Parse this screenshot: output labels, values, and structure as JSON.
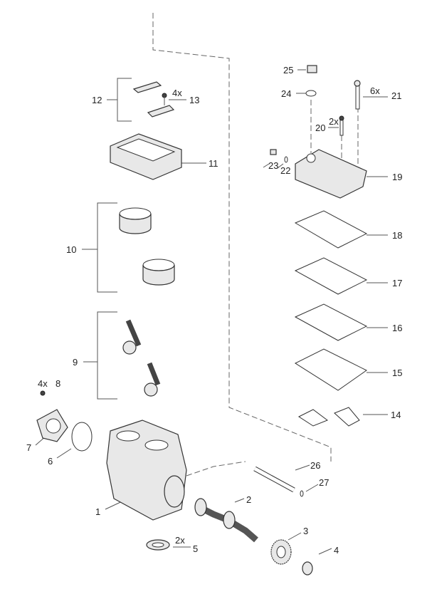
{
  "diagram": {
    "callouts": {
      "c1": "1",
      "c2": "2",
      "c3": "3",
      "c4": "4",
      "c5": "5",
      "c6": "6",
      "c7": "7",
      "c8": "8",
      "c9": "9",
      "c10": "10",
      "c11": "11",
      "c12": "12",
      "c13": "13",
      "c14": "14",
      "c15": "15",
      "c16": "16",
      "c17": "17",
      "c18": "18",
      "c19": "19",
      "c20": "20",
      "c21": "21",
      "c22": "22",
      "c23": "23",
      "c24": "24",
      "c25": "25",
      "c26": "26",
      "c27": "27"
    },
    "quantities": {
      "q13": "4x",
      "q8": "4x",
      "q5": "2x",
      "q21": "6x",
      "q20": "2x"
    }
  }
}
